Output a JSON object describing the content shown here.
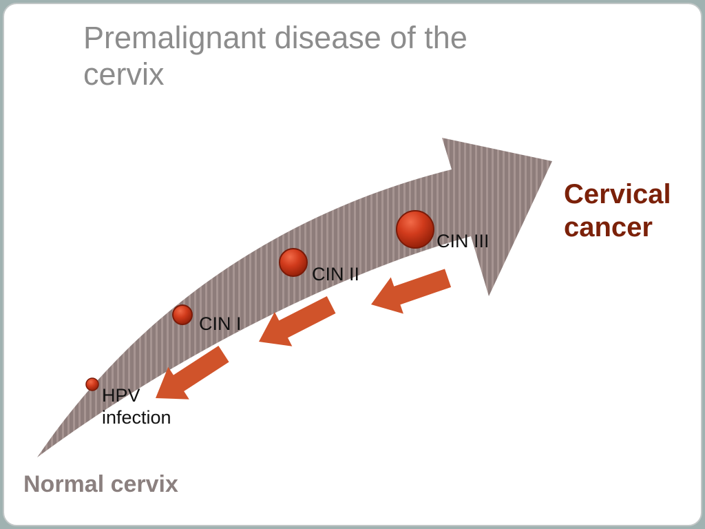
{
  "slide": {
    "title": "Premalignant disease of the cervix",
    "start_label": "Normal cervix",
    "end_label": "Cervical cancer",
    "stages": [
      {
        "label": "HPV infection"
      },
      {
        "label": "CIN I"
      },
      {
        "label": "CIN II"
      },
      {
        "label": "CIN III"
      }
    ],
    "colors": {
      "title_text": "#8c8c8c",
      "progression_arrow": "#8e7d7b",
      "progression_arrow_stripe": "#a79592",
      "regression_arrow": "#d0532a",
      "lesion_dot": "#c0371a",
      "cancer_text": "#7b2109",
      "normal_text": "#8b807f",
      "stage_text": "#111111",
      "frame_background": "#a0b2b1"
    }
  }
}
